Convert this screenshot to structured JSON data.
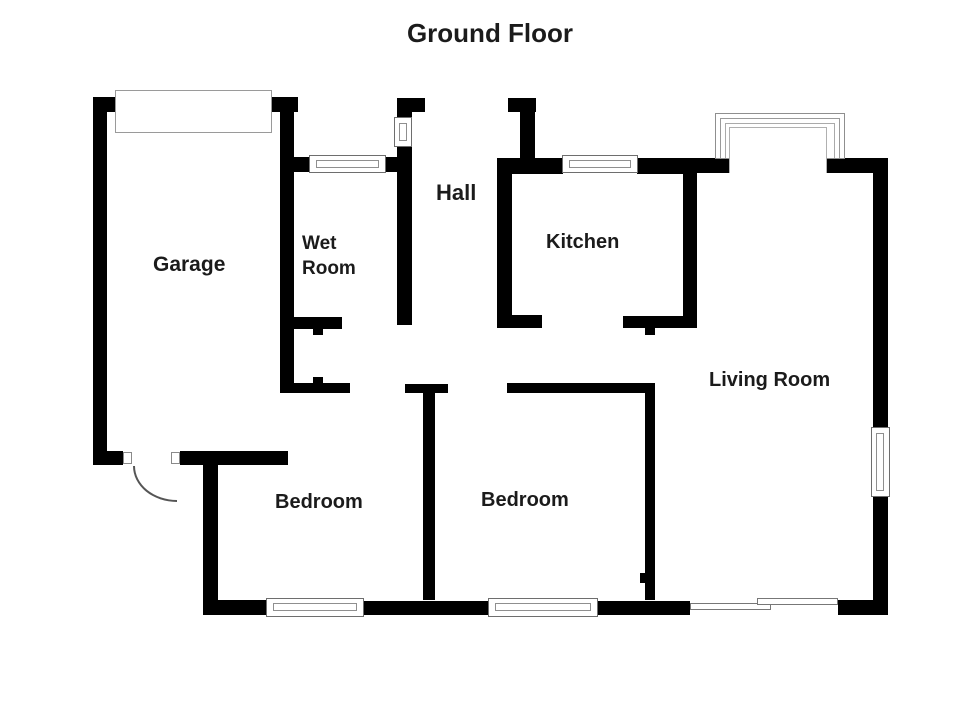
{
  "title": "Ground Floor",
  "rooms": {
    "garage": {
      "label": "Garage"
    },
    "wet_room": {
      "line1": "Wet",
      "line2": "Room"
    },
    "hall": {
      "label": "Hall"
    },
    "kitchen": {
      "label": "Kitchen"
    },
    "living_room": {
      "label": "Living Room"
    },
    "bedroom_left": {
      "label": "Bedroom"
    },
    "bedroom_right": {
      "label": "Bedroom"
    }
  },
  "features": {
    "garage_door": "garage-door",
    "front_entrance": "front-entrance-opening",
    "bay_window": "bay-window",
    "sliding_patio_door": "sliding-patio-door",
    "interior_door_swing": "garage-door-swing-arc",
    "windows": [
      "window-wet-room",
      "window-hall",
      "window-kitchen",
      "window-living-room-side",
      "window-bedroom-left",
      "window-bedroom-right"
    ]
  },
  "colors": {
    "wall": "#000000",
    "background": "#ffffff",
    "window_border": "#6e6e6e",
    "text": "#1b1b1b"
  }
}
